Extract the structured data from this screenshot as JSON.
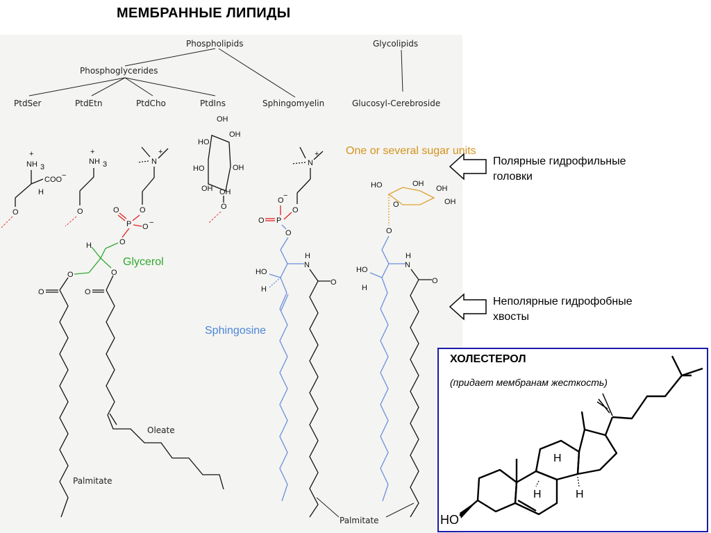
{
  "title": "МЕМБРАННЫЕ ЛИПИДЫ",
  "tree": {
    "phospholipids": "Phospholipids",
    "glycolipids": "Glycolipids",
    "phosphoglycerides": "Phosphoglycerides",
    "ptdser": "PtdSer",
    "ptdetn": "PtdEtn",
    "ptdcho": "PtdCho",
    "ptdins": "PtdIns",
    "sphingomyelin": "Sphingomyelin",
    "glucosyl": "Glucosyl-Cerebroside"
  },
  "groups": {
    "glycerol": "Glycerol",
    "sphingosine": "Sphingosine",
    "sugar": "One or several sugar units",
    "oleate": "Oleate",
    "palmitate": "Palmitate",
    "palmitate2": "Palmitate"
  },
  "notes": {
    "polar": "Полярные гидрофильные головки",
    "nonpolar": "Неполярные гидрофобные хвосты"
  },
  "cholesterol": {
    "title": "ХОЛЕСТЕРОЛ",
    "subtitle": "(придает мембранам жесткость)"
  },
  "colors": {
    "phosphate": "#e02020",
    "glycerol": "#2ea82e",
    "sphingosine": "#6b8fdd",
    "sugar": "#e0a030",
    "box_border": "#1a1aa8"
  }
}
